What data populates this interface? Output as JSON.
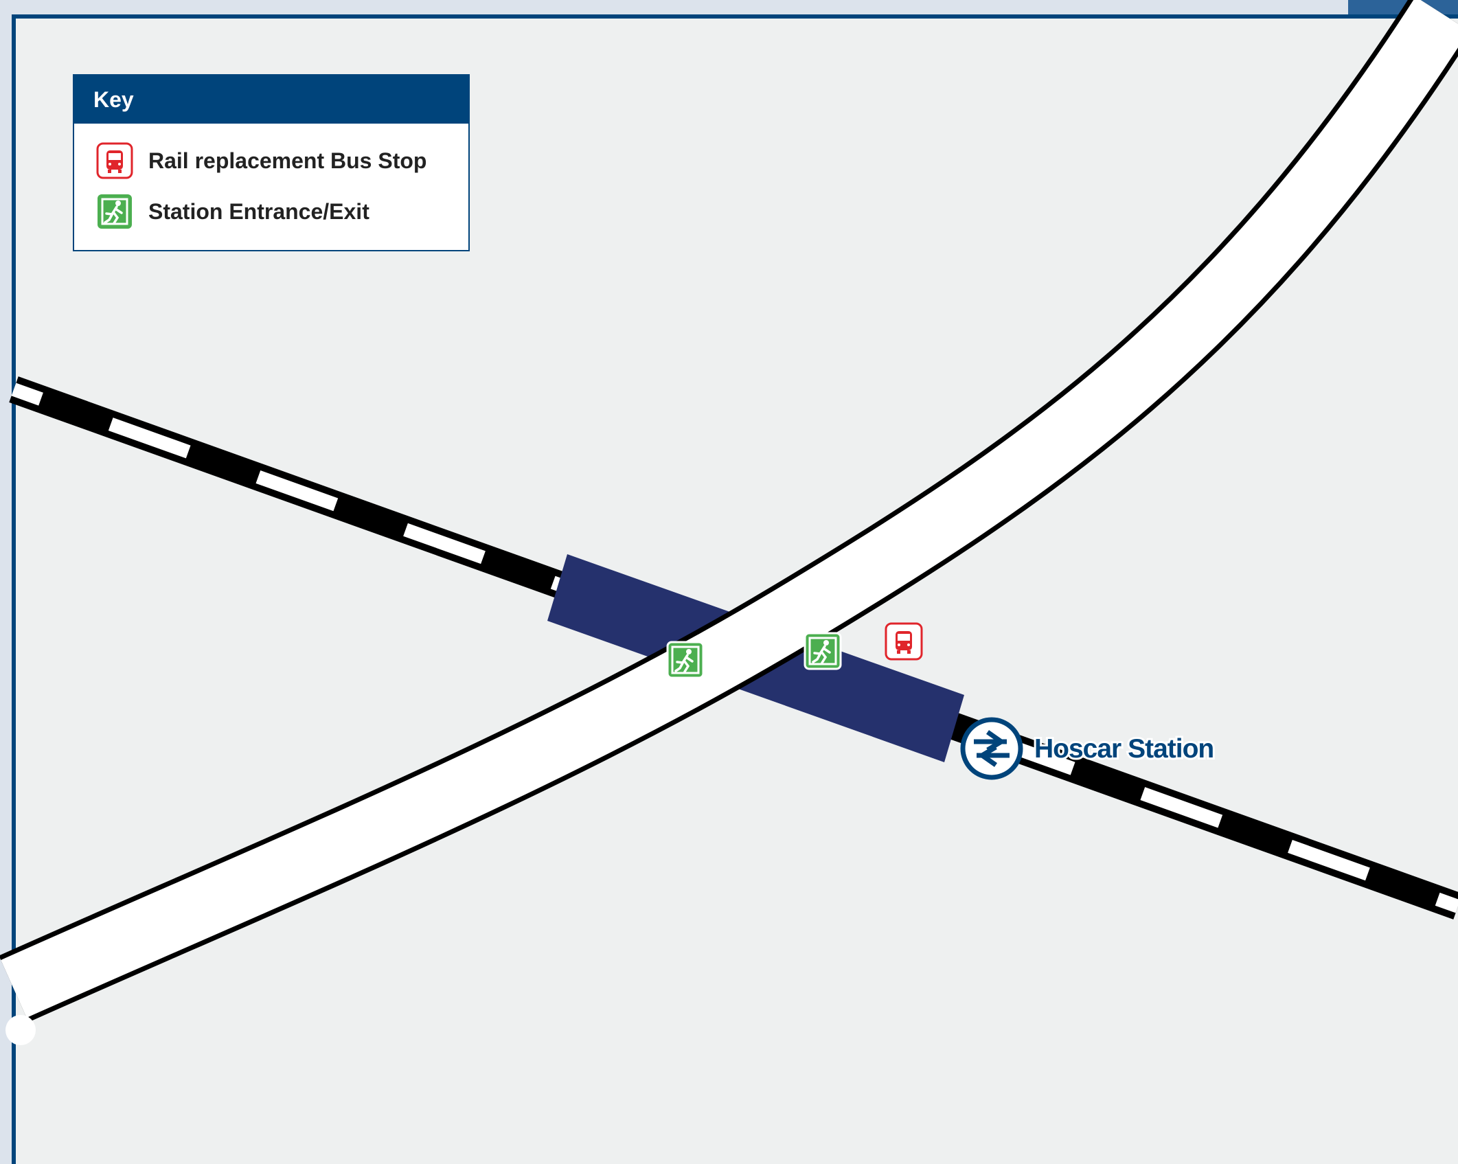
{
  "legend": {
    "title": "Key",
    "items": [
      {
        "label": "Rail replacement Bus Stop",
        "icon": "bus-stop-icon"
      },
      {
        "label": "Station Entrance/Exit",
        "icon": "station-exit-icon"
      }
    ]
  },
  "station": {
    "name": "Hoscar Station",
    "icon": "national-rail-icon"
  },
  "colors": {
    "frame": "#00447b",
    "map_background": "#eef0f0",
    "platform": "#25316d",
    "bus_stop": "#e0252b",
    "exit": "#4caf50",
    "rail_line": "#000000"
  }
}
